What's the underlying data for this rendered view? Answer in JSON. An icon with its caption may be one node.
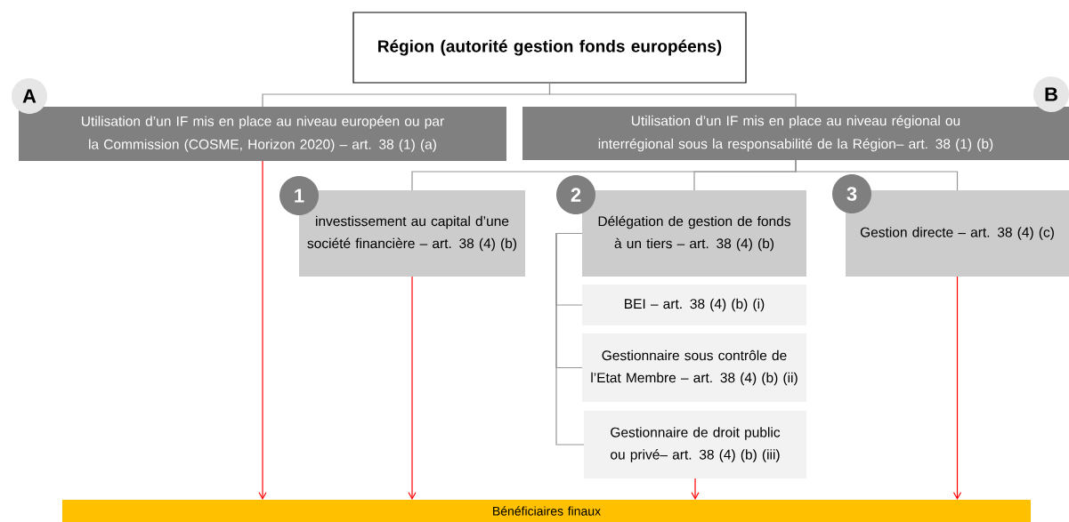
{
  "diagram": {
    "nodes": [
      {
        "text": [
          "Région (autorité gestion fonds européens)"
        ]
      },
      {
        "text": [
          "A"
        ]
      },
      {
        "text": [
          "Utilisation d’un IF mis en place au niveau européen ou par la Commission (COSME, Horizon 2020) – art. 38 (1) (a)"
        ]
      },
      {
        "text": [
          "B"
        ]
      },
      {
        "text": [
          "Utilisation d’un IF mis en place au niveau régional ou interrégional sous la responsabilité de la Région– art. 38 (1) (b)"
        ]
      },
      {
        "text": [
          "1"
        ]
      },
      {
        "text": [
          "investissement au capital d’une société financière – art. 38 (4) (b)"
        ]
      },
      {
        "text": [
          "2"
        ]
      },
      {
        "text": [
          "Délégation de gestion de fonds à un tiers – art. 38 (4) (b)"
        ]
      },
      {
        "text": [
          "3"
        ]
      },
      {
        "text": [
          "Gestion directe – art. 38 (4) (c)"
        ]
      },
      {
        "text": [
          "BEI – art. 38 (4) (b) (i)"
        ]
      },
      {
        "text": [
          "Gestionnaire sous contrôle de l’Etat Membre – art. 38 (4) (b) (ii)"
        ]
      },
      {
        "text": [
          "Gestionnaire de droit public ou privé– art. 38 (4) (b) (iii)"
        ]
      },
      {
        "text": [
          "Bénéficiaires finaux"
        ]
      }
    ],
    "edges": [
      {
        "from": 0,
        "to": 2,
        "arrow": "none"
      },
      {
        "from": 0,
        "to": 4,
        "arrow": "none"
      },
      {
        "from": 4,
        "to": 6,
        "arrow": "none"
      },
      {
        "from": 4,
        "to": 8,
        "arrow": "none"
      },
      {
        "from": 4,
        "to": 10,
        "arrow": "none"
      },
      {
        "from": 8,
        "to": 11,
        "arrow": "none"
      },
      {
        "from": 8,
        "to": 12,
        "arrow": "none"
      },
      {
        "from": 8,
        "to": 13,
        "arrow": "none"
      },
      {
        "from": 2,
        "to": 14,
        "arrow": "to",
        "color": "#ff0000"
      },
      {
        "from": 6,
        "to": 14,
        "arrow": "to",
        "color": "#ff0000"
      },
      {
        "from": 13,
        "to": 14,
        "arrow": "to",
        "color": "#ff0000"
      },
      {
        "from": 10,
        "to": 14,
        "arrow": "to",
        "color": "#ff0000"
      }
    ]
  }
}
